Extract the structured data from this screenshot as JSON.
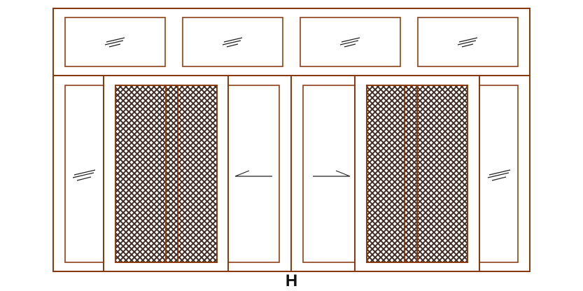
{
  "drawing": {
    "dimension_label": "H",
    "colors": {
      "frame": "#8b3a0f",
      "mesh": "#3a2a22",
      "glass_mark": "#222222",
      "background": "#ffffff"
    },
    "top_row": {
      "panels": [
        {
          "type": "fixed-glass",
          "icon": "glass-hatch-icon"
        },
        {
          "type": "fixed-glass",
          "icon": "glass-hatch-icon"
        },
        {
          "type": "fixed-glass",
          "icon": "glass-hatch-icon"
        },
        {
          "type": "fixed-glass",
          "icon": "glass-hatch-icon"
        }
      ]
    },
    "bottom_row": {
      "panels": [
        {
          "type": "fixed-glass",
          "icon": "glass-hatch-icon"
        },
        {
          "type": "mesh-screen",
          "icon": "mesh-screen-icon"
        },
        {
          "type": "sliding-glass",
          "icon": "arrow-left-icon"
        },
        {
          "type": "sliding-glass",
          "icon": "arrow-right-icon"
        },
        {
          "type": "mesh-screen",
          "icon": "mesh-screen-icon"
        },
        {
          "type": "fixed-glass",
          "icon": "glass-hatch-icon"
        }
      ]
    }
  }
}
